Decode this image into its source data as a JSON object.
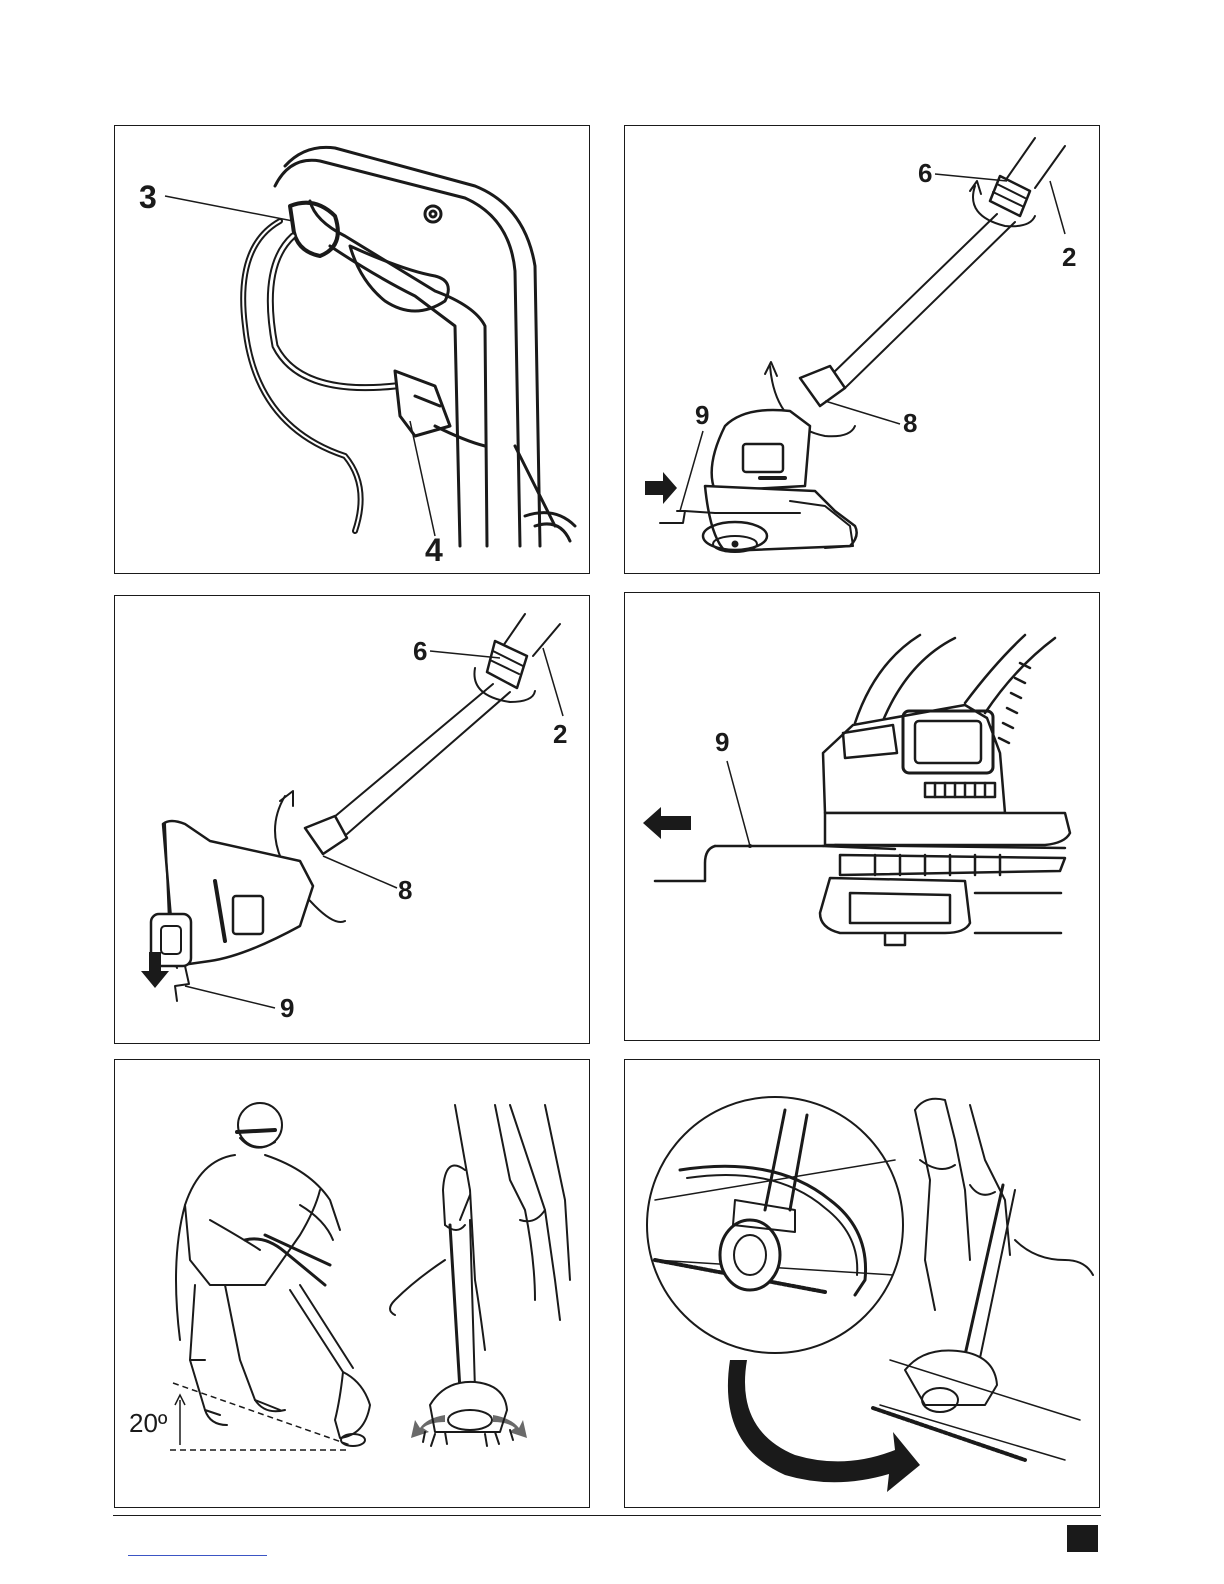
{
  "figures": [
    {
      "callouts": [
        "3",
        "4"
      ]
    },
    {
      "callouts": [
        "6",
        "2",
        "9",
        "8"
      ]
    },
    {
      "callouts": [
        "6",
        "2",
        "8",
        "9"
      ]
    },
    {
      "callouts": [
        "9"
      ]
    },
    {
      "callouts": [],
      "angle_label": "20º"
    },
    {
      "callouts": []
    }
  ],
  "colors": {
    "ink": "#1a1a1a",
    "link": "#3b55c4"
  }
}
